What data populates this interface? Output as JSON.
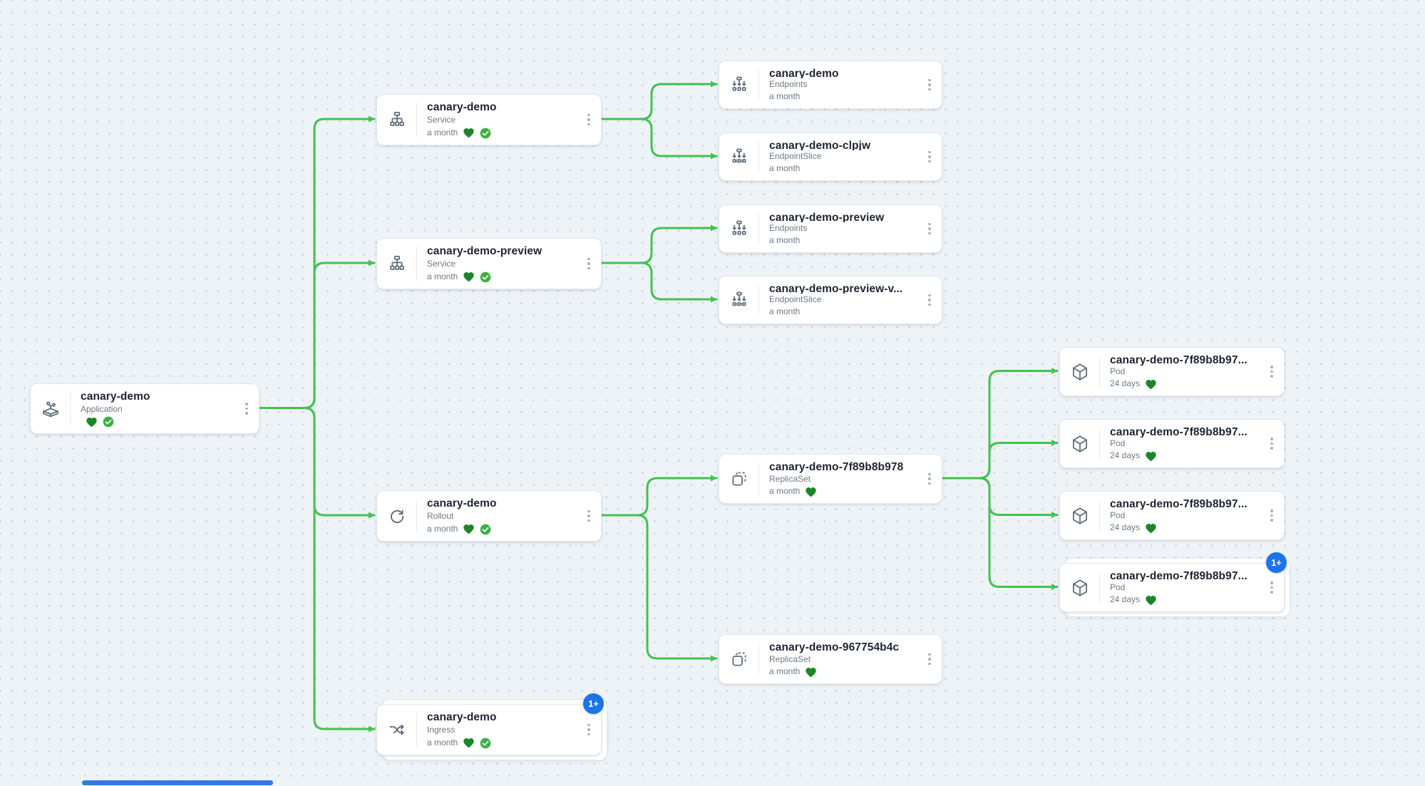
{
  "app_context": "kubernetes-resource-tree",
  "colors": {
    "edge": "#42c24e",
    "heart_healthy": "#1b8626",
    "synced_check_bg": "#3cb043",
    "badge_blue": "#1b74e8",
    "icon_gray": "#5c6b7a",
    "scrollbar_blue": "#2e7ce0"
  },
  "graph": {
    "nodes": [
      {
        "id": "app",
        "title": "canary-demo",
        "kind": "Application",
        "age": "",
        "health": [
          "heart",
          "synced"
        ],
        "badge": "",
        "stacked": false
      },
      {
        "id": "svc1",
        "title": "canary-demo",
        "kind": "Service",
        "age": "a month",
        "health": [
          "heart",
          "synced"
        ],
        "badge": "",
        "stacked": false
      },
      {
        "id": "ep1",
        "title": "canary-demo",
        "kind": "Endpoints",
        "age": "a month",
        "health": [],
        "badge": "",
        "stacked": false
      },
      {
        "id": "eps1",
        "title": "canary-demo-clpjw",
        "kind": "EndpointSlice",
        "age": "a month",
        "health": [],
        "badge": "",
        "stacked": false
      },
      {
        "id": "svc2",
        "title": "canary-demo-preview",
        "kind": "Service",
        "age": "a month",
        "health": [
          "heart",
          "synced"
        ],
        "badge": "",
        "stacked": false
      },
      {
        "id": "ep2",
        "title": "canary-demo-preview",
        "kind": "Endpoints",
        "age": "a month",
        "health": [],
        "badge": "",
        "stacked": false
      },
      {
        "id": "eps2",
        "title": "canary-demo-preview-v...",
        "kind": "EndpointSlice",
        "age": "a month",
        "health": [],
        "badge": "",
        "stacked": false
      },
      {
        "id": "rollout",
        "title": "canary-demo",
        "kind": "Rollout",
        "age": "a month",
        "health": [
          "heart",
          "synced"
        ],
        "badge": "",
        "stacked": false
      },
      {
        "id": "rs1",
        "title": "canary-demo-7f89b8b978",
        "kind": "ReplicaSet",
        "age": "a month",
        "health": [
          "heart"
        ],
        "badge": "",
        "stacked": false
      },
      {
        "id": "pod1",
        "title": "canary-demo-7f89b8b97...",
        "kind": "Pod",
        "age": "24 days",
        "health": [
          "heart"
        ],
        "badge": "",
        "stacked": false
      },
      {
        "id": "pod2",
        "title": "canary-demo-7f89b8b97...",
        "kind": "Pod",
        "age": "24 days",
        "health": [
          "heart"
        ],
        "badge": "",
        "stacked": false
      },
      {
        "id": "pod3",
        "title": "canary-demo-7f89b8b97...",
        "kind": "Pod",
        "age": "24 days",
        "health": [
          "heart"
        ],
        "badge": "",
        "stacked": false
      },
      {
        "id": "pod4",
        "title": "canary-demo-7f89b8b97...",
        "kind": "Pod",
        "age": "24 days",
        "health": [
          "heart"
        ],
        "badge": "1+",
        "stacked": true
      },
      {
        "id": "rs2",
        "title": "canary-demo-967754b4c",
        "kind": "ReplicaSet",
        "age": "a month",
        "health": [
          "heart"
        ],
        "badge": "",
        "stacked": false
      },
      {
        "id": "ingress",
        "title": "canary-demo",
        "kind": "Ingress",
        "age": "a month",
        "health": [
          "heart",
          "synced"
        ],
        "badge": "1+",
        "stacked": true
      }
    ],
    "edges": [
      {
        "from": "app",
        "to": "svc1"
      },
      {
        "from": "app",
        "to": "svc2"
      },
      {
        "from": "app",
        "to": "rollout"
      },
      {
        "from": "app",
        "to": "ingress"
      },
      {
        "from": "svc1",
        "to": "ep1"
      },
      {
        "from": "svc1",
        "to": "eps1"
      },
      {
        "from": "svc2",
        "to": "ep2"
      },
      {
        "from": "svc2",
        "to": "eps2"
      },
      {
        "from": "rollout",
        "to": "rs1"
      },
      {
        "from": "rollout",
        "to": "rs2"
      },
      {
        "from": "rs1",
        "to": "pod1"
      },
      {
        "from": "rs1",
        "to": "pod2"
      },
      {
        "from": "rs1",
        "to": "pod3"
      },
      {
        "from": "rs1",
        "to": "pod4"
      }
    ]
  }
}
